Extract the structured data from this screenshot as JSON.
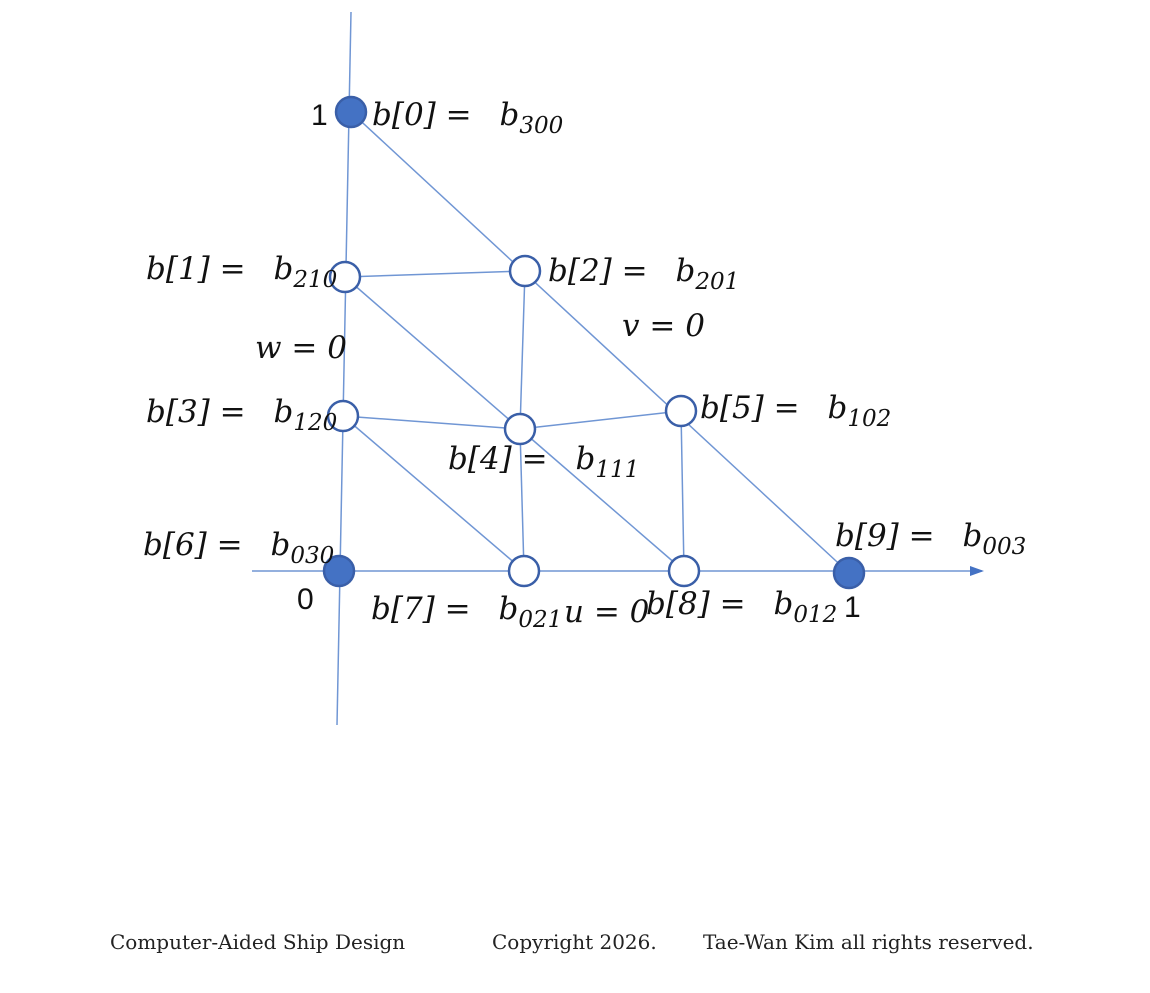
{
  "diagram": {
    "axis_ticks": {
      "y_one": "1",
      "origin": "0",
      "x_one": "1"
    },
    "line_labels": {
      "w": "w = 0",
      "v": "v = 0",
      "u": "u = 0"
    },
    "points": [
      {
        "index": "0",
        "pre": "b[0] = ",
        "sym": "b",
        "sub": "300",
        "filled": true
      },
      {
        "index": "1",
        "pre": "b[1] = ",
        "sym": "b",
        "sub": "210",
        "filled": false
      },
      {
        "index": "2",
        "pre": "b[2] = ",
        "sym": "b",
        "sub": "201",
        "filled": false
      },
      {
        "index": "3",
        "pre": "b[3] = ",
        "sym": "b",
        "sub": "120",
        "filled": false
      },
      {
        "index": "4",
        "pre": "b[4] = ",
        "sym": "b",
        "sub": "111",
        "filled": false
      },
      {
        "index": "5",
        "pre": "b[5] = ",
        "sym": "b",
        "sub": "102",
        "filled": false
      },
      {
        "index": "6",
        "pre": "b[6] = ",
        "sym": "b",
        "sub": "030",
        "filled": true
      },
      {
        "index": "7",
        "pre": "b[7] = ",
        "sym": "b",
        "sub": "021",
        "filled": false
      },
      {
        "index": "8",
        "pre": "b[8] = ",
        "sym": "b",
        "sub": "012",
        "filled": false
      },
      {
        "index": "9",
        "pre": "b[9] = ",
        "sym": "b",
        "sub": "003",
        "filled": true
      }
    ],
    "colors": {
      "line": "#7096d4",
      "point_stroke": "#3a5fa8",
      "point_fill": "#4472c4",
      "open_fill": "#ffffff"
    }
  },
  "footer": {
    "course": "Computer-Aided Ship Design",
    "copyright": "Copyright 2026.",
    "author": "Tae-Wan Kim all rights reserved."
  }
}
